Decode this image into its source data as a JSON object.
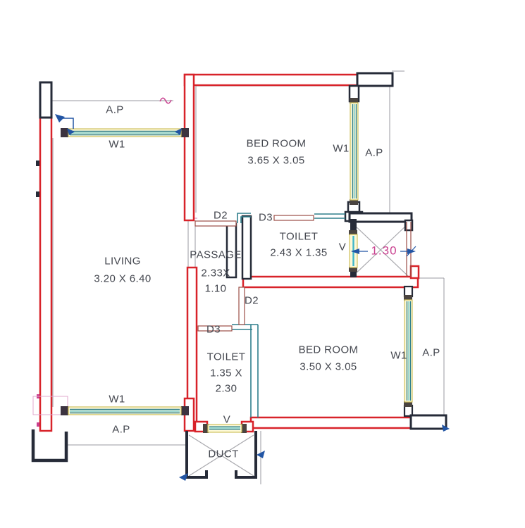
{
  "drawing_type": "residential floor plan",
  "rooms": [
    {
      "id": "living",
      "name": "LIVING",
      "dim": "3.20 X 6.40"
    },
    {
      "id": "bedroom-top",
      "name": "BED ROOM",
      "dim": "3.65 X 3.05"
    },
    {
      "id": "toilet-top",
      "name": "TOILET",
      "dim": "2.43 X 1.35"
    },
    {
      "id": "passage",
      "name": "PASSAGE",
      "dim_line1": "2.33X",
      "dim_line2": "1.10"
    },
    {
      "id": "toilet-bottom",
      "name": "TOILET",
      "dim_line1": "1.35 X",
      "dim_line2": "2.30"
    },
    {
      "id": "bedroom-bottom",
      "name": "BED ROOM",
      "dim": "3.50 X 3.05"
    },
    {
      "id": "duct",
      "name": "DUCT"
    }
  ],
  "tags": {
    "window": "W1",
    "air_passage": "A.P",
    "door_d2": "D2",
    "door_d3": "D3",
    "ventilator": "V"
  },
  "dimensions": {
    "duct_width": "1.30"
  },
  "colors": {
    "wall_red": "#d8232a",
    "wall_black": "#262b38",
    "wall_teal": "#2e7f8c",
    "window_glass": "#3fb6c9",
    "window_frame_fill": "#fdf9d8",
    "window_frame_edge": "#cfc05e",
    "door_line": "#9b4d45",
    "dim_blue": "#2255a4",
    "dim_magenta": "#c9408f",
    "boundary_gray": "#9a9aa0",
    "label_text": "#44474f"
  }
}
